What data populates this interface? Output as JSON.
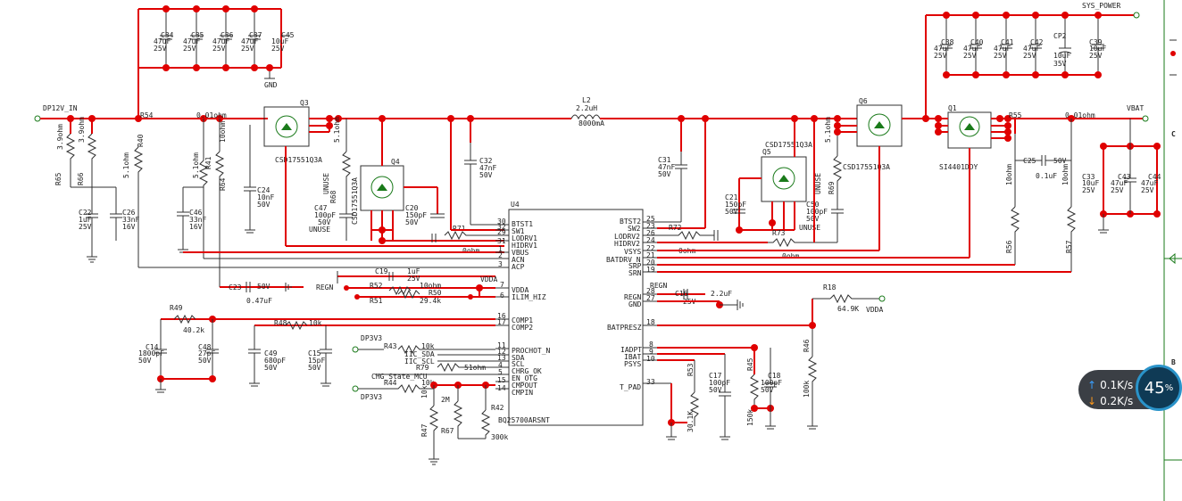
{
  "nets": {
    "dp12v_in": "DP12V_IN",
    "sys_power": "SYS_POWER",
    "vbat": "VBAT",
    "gnd": "GND",
    "regn": "REGN",
    "vdda": "VDDA",
    "dp3v3_a": "DP3V3",
    "dp3v3_b": "DP3V3",
    "iic_sda": "IIC_SDA",
    "iic_scl": "IIC_SCL",
    "chg_state": "CHG_State_MCU",
    "unuse1": "UNUSE",
    "unuse2": "UNUSE",
    "unuse3": "UNUSE",
    "unuse4": "UNUSE",
    "side_c": "C",
    "side_b": "B"
  },
  "caps_top": [
    {
      "ref": "C34",
      "val": "47uF",
      "v": "25V"
    },
    {
      "ref": "C35",
      "val": "47uF",
      "v": "25V"
    },
    {
      "ref": "C36",
      "val": "47uF",
      "v": "25V"
    },
    {
      "ref": "C37",
      "val": "47uF",
      "v": "25V"
    },
    {
      "ref": "C45",
      "val": "10uF",
      "v": "25V"
    }
  ],
  "caps_right": [
    {
      "ref": "C38",
      "val": "47uF",
      "v": "25V"
    },
    {
      "ref": "C40",
      "val": "47uF",
      "v": "25V"
    },
    {
      "ref": "C41",
      "val": "47uF",
      "v": "25V"
    },
    {
      "ref": "C42",
      "val": "47uF",
      "v": "25V"
    },
    {
      "ref": "CP2",
      "val": "10uF",
      "v": "35V"
    },
    {
      "ref": "C39",
      "val": "10uF",
      "v": "25V"
    }
  ],
  "inductor": {
    "ref": "L2",
    "val": "2.2uH",
    "cur": "8000mA"
  },
  "fets": {
    "q3": "Q3",
    "q3_part": "CSD17551Q3A",
    "q4": "Q4",
    "q4_part": "CSD17551Q3A",
    "q5": "Q5",
    "q5_part": "CSD17551Q3A",
    "q6": "Q6",
    "q6_part": "CSD17551Q3A",
    "q1": "Q1",
    "q1_part": "SI4401DDY"
  },
  "ic": {
    "ref": "U4",
    "part": "BQ25700ARSNT",
    "left_pins": [
      {
        "num": "30",
        "name": "BTST1"
      },
      {
        "num": "32",
        "name": "SW1"
      },
      {
        "num": "29",
        "name": "LODRV1"
      },
      {
        "num": "31",
        "name": "HIDRV1"
      },
      {
        "num": "1",
        "name": "VBUS"
      },
      {
        "num": "2",
        "name": "ACN"
      },
      {
        "num": "3",
        "name": "ACP"
      },
      {
        "num": "7",
        "name": "VDDA"
      },
      {
        "num": "6",
        "name": "ILIM_HIZ"
      },
      {
        "num": "16",
        "name": "COMP1"
      },
      {
        "num": "17",
        "name": "COMP2"
      },
      {
        "num": "11",
        "name": "PROCHOT_N"
      },
      {
        "num": "12",
        "name": "SDA"
      },
      {
        "num": "13",
        "name": "SCL"
      },
      {
        "num": "4",
        "name": "CHRG_OK"
      },
      {
        "num": "5",
        "name": "EN_OTG"
      },
      {
        "num": "15",
        "name": "CMPOUT"
      },
      {
        "num": "14",
        "name": "CMPIN"
      }
    ],
    "right_pins": [
      {
        "num": "25",
        "name": "BTST2"
      },
      {
        "num": "23",
        "name": "SW2"
      },
      {
        "num": "26",
        "name": "LODRV2"
      },
      {
        "num": "24",
        "name": "HIDRV2"
      },
      {
        "num": "22",
        "name": "VSYS"
      },
      {
        "num": "21",
        "name": "BATDRV_N"
      },
      {
        "num": "20",
        "name": "SRP"
      },
      {
        "num": "19",
        "name": "SRN"
      },
      {
        "num": "28",
        "name": "REGN"
      },
      {
        "num": "27",
        "name": "GND"
      },
      {
        "num": "18",
        "name": "BATPRESZ"
      },
      {
        "num": "8",
        "name": "IADPT"
      },
      {
        "num": "9",
        "name": "IBAT"
      },
      {
        "num": "10",
        "name": "PSYS"
      },
      {
        "num": "33",
        "name": "T_PAD"
      }
    ]
  },
  "parts": {
    "r65": "R65",
    "r65v": "3.9ohm",
    "r66": "R66",
    "r66v": "3.9ohm",
    "r54": "R54",
    "r54v": "0.01ohm",
    "r40": "R40",
    "r40v": "5.1ohm",
    "r41": "R41",
    "r41v": "5.1ohm",
    "r64": "R64",
    "r64v": "10ohm",
    "r68": "R68",
    "r68v": "5.1ohm",
    "r69": "R69",
    "r69v": "5.1ohm",
    "r55": "R55",
    "r55v": "0.01ohm",
    "r56": "R56",
    "r56v": "10ohm",
    "r57": "R57",
    "r57v": "10ohm",
    "r71": "R71",
    "r71v": "0ohm",
    "r72": "R72",
    "r72v": "0ohm",
    "r73": "R73",
    "r73v": "0ohm",
    "r52": "R52",
    "r52v": "10ohm",
    "r50": "R50",
    "r50v": "29.4k",
    "r51": "R51",
    "r49": "R49",
    "r49v": "40.2k",
    "r48": "R48",
    "r48v": "10k",
    "r43": "R43",
    "r43v": "10k",
    "r79": "R79",
    "r79v": "51ohm",
    "r44": "R44",
    "r44v": "10k",
    "r47": "R47",
    "r47v": "10k",
    "r67": "R67",
    "r67v": "2M",
    "r42": "R42",
    "r42v": "300k",
    "r18": "R18",
    "r18v": "64.9K",
    "r46": "R46",
    "r46v": "100k",
    "r53": "R53",
    "r53v": "30.1K",
    "r45": "R45",
    "r45v": "150k",
    "c22": "C22",
    "c22v": "1uF",
    "c22vv": "25V",
    "c26": "C26",
    "c26v": "33nF",
    "c26vv": "16V",
    "c46": "C46",
    "c46v": "33nF",
    "c46vv": "16V",
    "c24": "C24",
    "c24v": "10nF",
    "c24vv": "50V",
    "c47": "C47",
    "c47v": "100pF",
    "c47vv": "50V",
    "c20": "C20",
    "c20v": "150pF",
    "c20vv": "50V",
    "c32": "C32",
    "c32v": "47nF",
    "c32vv": "50V",
    "c31": "C31",
    "c31v": "47nF",
    "c31vv": "50V",
    "c21": "C21",
    "c21v": "150pF",
    "c21vv": "50V",
    "c50": "C50",
    "c50v": "100pF",
    "c50vv": "50V",
    "c25": "C25",
    "c25v": "0.1uF",
    "c25vv": "50V",
    "c33": "C33",
    "c33v": "10uF",
    "c33vv": "25V",
    "c43": "C43",
    "c43v": "47uF",
    "c43vv": "25V",
    "c44": "C44",
    "c44v": "47uF",
    "c44vv": "25V",
    "c19": "C19",
    "c19v": "1uF",
    "c19vv": "25V",
    "c23": "C23",
    "c23v": "0.47uF",
    "c23vv": "50V",
    "c16": "C16",
    "c16v": "2.2uF",
    "c16vv": "25V",
    "c14": "C14",
    "c14v": "1800pF",
    "c14vv": "50V",
    "c48": "C48",
    "c48v": "27pF",
    "c48vv": "50V",
    "c49": "C49",
    "c49v": "680pF",
    "c49vv": "50V",
    "c15": "C15",
    "c15v": "15pF",
    "c15vv": "50V",
    "c17": "C17",
    "c17v": "100pF",
    "c17vv": "50V",
    "c18": "C18",
    "c18v": "100pF",
    "c18vv": "50V"
  },
  "widget": {
    "upload": "0.1K/s",
    "download": "0.2K/s",
    "percent": "45",
    "percent_sign": "%"
  }
}
